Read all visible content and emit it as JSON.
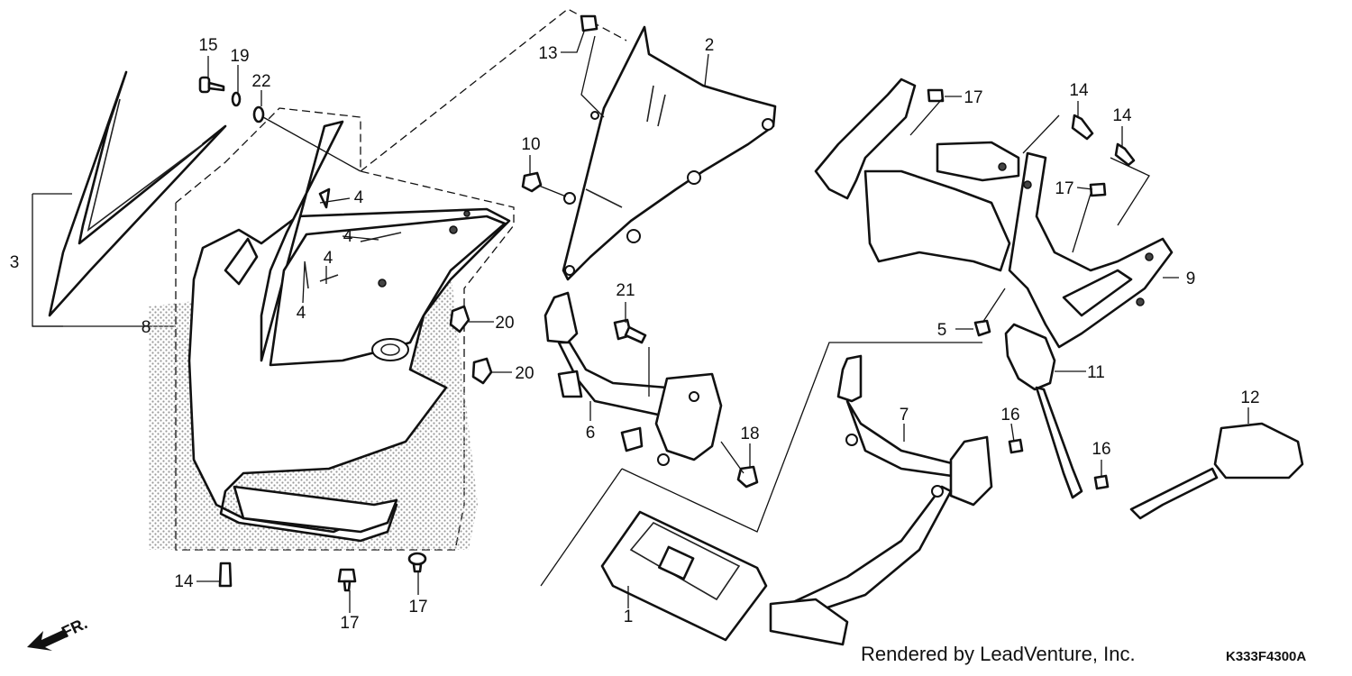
{
  "callouts": {
    "c1": "1",
    "c2": "2",
    "c3": "3",
    "c4a": "4",
    "c4b": "4",
    "c4c": "4",
    "c4d": "4",
    "c5": "5",
    "c6": "6",
    "c7": "7",
    "c8": "8",
    "c9": "9",
    "c10": "10",
    "c11": "11",
    "c12": "12",
    "c13": "13",
    "c14a": "14",
    "c14b": "14",
    "c14c": "14",
    "c15": "15",
    "c16a": "16",
    "c16b": "16",
    "c17a": "17",
    "c17b": "17",
    "c17c": "17",
    "c17d": "17",
    "c18": "18",
    "c19": "19",
    "c20a": "20",
    "c20b": "20",
    "c21": "21",
    "c22": "22"
  },
  "front_indicator": "FR.",
  "credit": "Rendered by LeadVenture, Inc.",
  "diagram_code": "K333F4300A"
}
